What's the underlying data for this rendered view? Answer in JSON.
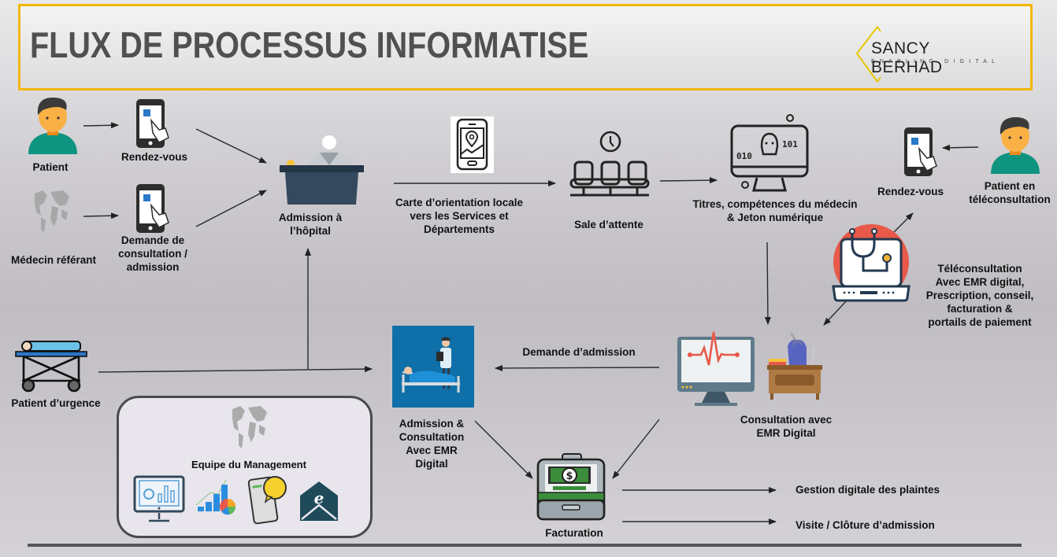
{
  "header": {
    "title": "FLUX DE PROCESSUS INFORMATISE",
    "logo_name": "SANCY BERHAD",
    "logo_tagline": "ENABLING DIGITAL",
    "accent_color": "#f2b705"
  },
  "nodes": {
    "patient": "Patient",
    "rendezvous_left": "Rendez-vous",
    "referring_doctor": "Médecin référant",
    "consult_request": [
      "Demande de",
      "consultation /",
      "admission"
    ],
    "admission": [
      "Admission à",
      "l’hôpital"
    ],
    "map_card": [
      "Carte d’orientation locale",
      "vers les Services et",
      "Départements"
    ],
    "waiting_room": "Sale d’attente",
    "doctor_credentials": [
      "Titres, compétences du médecin",
      "& Jeton numérique"
    ],
    "rendezvous_right": "Rendez-vous",
    "tele_patient": [
      "Patient en",
      "téléconsultation"
    ],
    "teleconsultation": [
      "Téléconsultation",
      "Avec EMR digital,",
      "Prescription, conseil,",
      "facturation &",
      "portails de paiement"
    ],
    "emergency_patient": "Patient d’urgence",
    "admission_request": "Demande d’admission",
    "admission_consult": [
      "Admission &",
      "Consultation",
      "Avec EMR",
      "Digital"
    ],
    "consult_emr": [
      "Consultation avec",
      "EMR Digital"
    ],
    "billing": "Facturation",
    "complaints": "Gestion digitale des plaintes",
    "closure": "Visite / Clôture d’admission",
    "management_team": "Equipe du Management"
  },
  "icons": {
    "patient": "person-icon",
    "phone_tap": "smartphone-tap-icon",
    "world_map": "world-map-icon",
    "reception_desk": "reception-desk-icon",
    "map_phone": "phone-map-pin-icon",
    "waiting_chairs": "waiting-chairs-clock-icon",
    "doctor_monitor": "monitor-binary-icon",
    "laptop_stethoscope": "laptop-stethoscope-icon",
    "stretcher": "stretcher-icon",
    "hospital_bed": "hospital-bed-doctor-icon",
    "heartbeat_monitor": "heartbeat-monitor-icon",
    "office_desk": "office-desk-icon",
    "cash_register": "cash-briefcase-icon",
    "dashboard": "dashboard-monitor-icon",
    "analytics": "bar-pie-chart-icon",
    "phone_chat": "phone-chat-bubble-icon",
    "email": "email-envelope-icon"
  }
}
